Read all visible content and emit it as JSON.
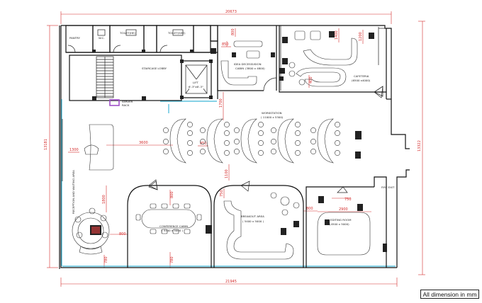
{
  "dimensions": {
    "top": "20673",
    "bottom": "21945",
    "left": "13181",
    "right": "13322",
    "workstation_gap": "3600",
    "reception_gap": "1300",
    "desk_gap": "850",
    "lift_gap": "1700",
    "pantry_gap": "1100",
    "cabin_gap": "800",
    "idea_gap": "850",
    "corridor": "1100",
    "reception_vertical": "1800",
    "conference_top": "800",
    "conference_bottom": "780",
    "reception_bottom": "780",
    "conference_side": "800",
    "breakout_top": "750",
    "editing_gap": "800",
    "editing_width": "2900",
    "cafeteria_gap": "1400",
    "cafeteria_side": "1200",
    "idea_top": "400",
    "editing_door": "750"
  },
  "rooms": {
    "pantry": "PANTRY",
    "wc": "W.C.",
    "toilet_he": "TOILET(HE)",
    "toilet_she": "TOILET(SHE)",
    "staircase": "STAIRCASE LOBBY",
    "lift_name": "LIFT",
    "lift_size": "6'-3\"x6'-3\"",
    "server_rack": [
      "SERVER",
      "RACK"
    ],
    "idea_cabin": [
      "IDEA DECESSUSION",
      "CABIN",
      "(3800 x 4800)"
    ],
    "cafeteria": [
      "CAFETERIA",
      "(6500 x4000)"
    ],
    "workstation": [
      "WORKSTATION",
      "( 11000 x 5300)"
    ],
    "reception": "RECEPTION AND WAITING AREA",
    "conference": [
      "CONFERENCE CABIN",
      "( 5100 x 5000 )"
    ],
    "breakout": [
      "BREAKOUT AREA",
      "( 5400 x 5000 )"
    ],
    "editing": [
      "EDITING ROOM",
      "(4500 x 5000)"
    ],
    "fire_exit": "FIRE EXIT"
  },
  "footer_note": "All dimension in mm",
  "colors": {
    "walls": "#111111",
    "dimensions": "#d42a2a",
    "glazing": "#3fb8d8",
    "server_rack": "#a050c8"
  }
}
